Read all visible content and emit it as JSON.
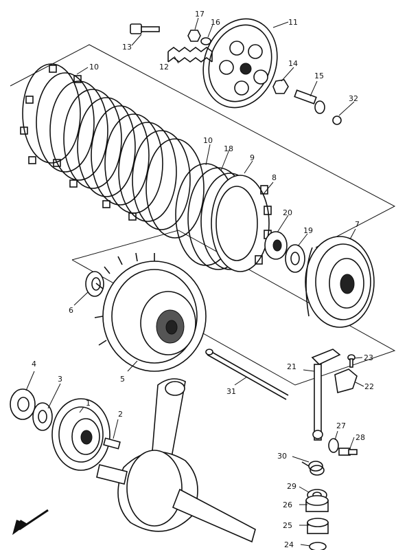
{
  "labels": {
    "p1": "1",
    "p2": "2",
    "p3": "3",
    "p4": "4",
    "p5": "5",
    "p6": "6",
    "p7": "7",
    "p8": "8",
    "p9": "9",
    "p10a": "10",
    "p10b": "10",
    "p11": "11",
    "p12": "12",
    "p13": "13",
    "p14": "14",
    "p15": "15",
    "p16": "16",
    "p17": "17",
    "p18": "18",
    "p19": "19",
    "p20": "20",
    "p21": "21",
    "p22": "22",
    "p23": "23",
    "p24": "24",
    "p25": "25",
    "p26": "26",
    "p27": "27",
    "p28": "28",
    "p29": "29",
    "p30": "30",
    "p31": "31",
    "p32": "32"
  },
  "colors": {
    "ink": "#111111",
    "paper": "#ffffff"
  }
}
